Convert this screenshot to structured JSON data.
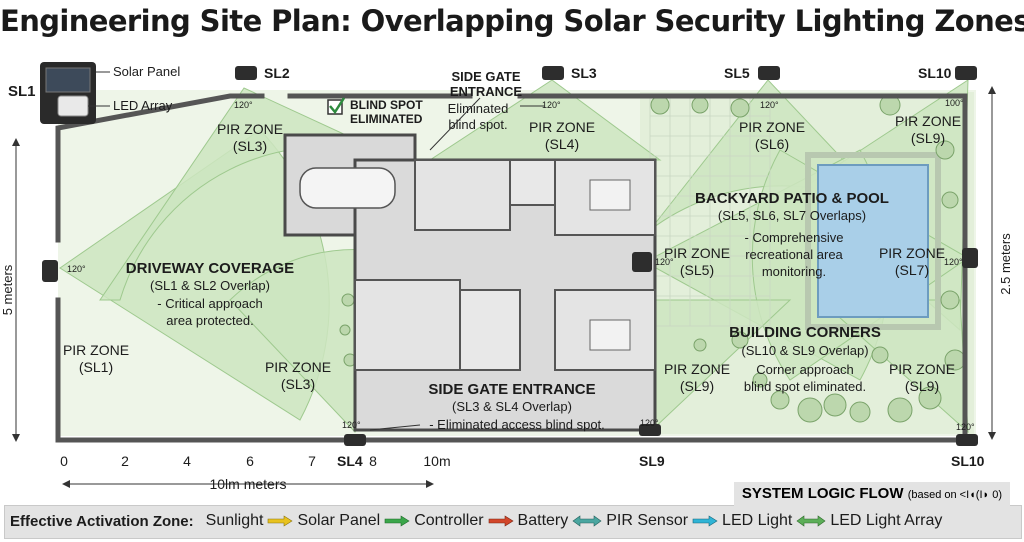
{
  "title": "Engineering Site Plan: Overlapping Solar Security Lighting Zones",
  "legend_fixture": {
    "id": "SL1",
    "solar_panel": "Solar Panel",
    "led_array": "LED Array"
  },
  "lights": {
    "sl2": "SL2",
    "sl3": "SL3",
    "sl5": "SL5",
    "sl10_top": "SL10",
    "sl4": "SL4",
    "sl9": "SL9",
    "sl10_bottom": "SL10"
  },
  "angles": {
    "a120": "120°",
    "a100": "100°"
  },
  "zones": {
    "pir": "PIR ZONE",
    "sl1": "(SL1)",
    "sl3": "(SL3)",
    "sl4": "(SL4)",
    "sl5": "(SL5)",
    "sl6": "(SL6)",
    "sl7": "(SL7)",
    "sl9": "(SL9)"
  },
  "callouts": {
    "blind_spot": [
      "BLIND SPOT",
      "ELIMINATED"
    ],
    "side_gate_top": [
      "SIDE GATE",
      "ENTRANCE",
      "Eliminated",
      "blind spot."
    ],
    "driveway": [
      "DRIVEWAY COVERAGE",
      "(SL1 & SL2 Overlap)",
      "- Critical approach",
      "area protected."
    ],
    "backyard": [
      "BACKYARD PATIO & POOL",
      "(SL5, SL6, SL7 Overlaps)",
      "- Comprehensive",
      "recreational area",
      "monitoring."
    ],
    "corners": [
      "BUILDING CORNERS",
      "(SL10 & SL9 Overlap)",
      "Corner approach",
      "blind spot eliminated."
    ],
    "side_gate_bottom": [
      "SIDE GATE ENTRANCE",
      "(SL3 & SL4 Overlap)",
      "- Eliminated access blind spot."
    ]
  },
  "dimensions": {
    "left": "5 meters",
    "right": "2.5 meters",
    "scale_ticks": [
      "0",
      "2",
      "4",
      "6",
      "7",
      "8",
      "10m"
    ],
    "scale_label": "10lm meters"
  },
  "flow": {
    "title": "SYSTEM LOGIC FLOW",
    "title_note": "(based on <I◖(I◗ 0)",
    "lead": "Effective Activation Zone:",
    "steps": [
      {
        "label": "Sunlight",
        "arrow_color": "#e8c21e"
      },
      {
        "label": "Solar Panel",
        "arrow_color": "#3aa64a"
      },
      {
        "label": "Controller",
        "arrow_color": "#d2462a"
      },
      {
        "label": "Battery",
        "arrow_color": "#4aa6a0"
      },
      {
        "label": "PIR Sensor",
        "arrow_color": "#2fb4d6"
      },
      {
        "label": "LED Light",
        "arrow_color": "#5cae58"
      },
      {
        "label": "LED Light Array",
        "arrow_color": null
      }
    ]
  },
  "colors": {
    "zone_fill": "#cfe6c2",
    "zone_stroke": "#9cc98c",
    "pool": "#a9cfe8",
    "wall": "#5a5a5a",
    "floor": "#d9d9d9",
    "yard": "#e6f1de"
  }
}
